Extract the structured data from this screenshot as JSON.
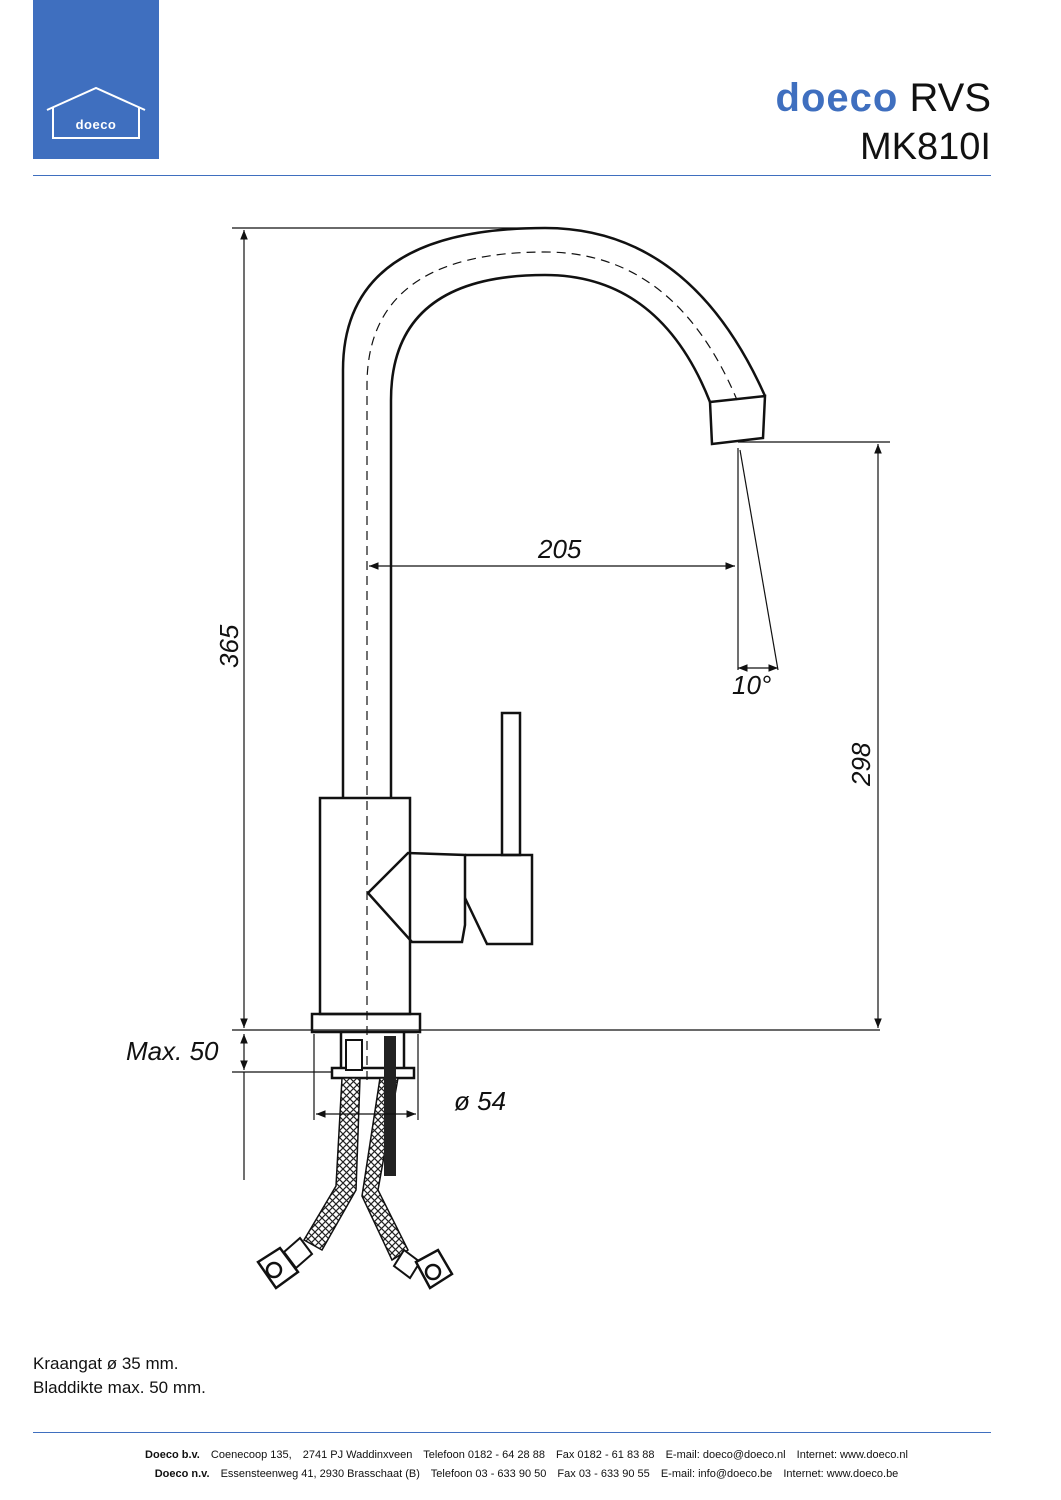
{
  "logo": {
    "text": "doeco",
    "icon": "house-icon",
    "color": "#3f6fbf"
  },
  "header": {
    "brand": "doeco",
    "material": "RVS",
    "model": "MK810I"
  },
  "dimensions": {
    "height_total": "365",
    "reach": "205",
    "spout_height": "298",
    "angle": "10°",
    "max_thickness": "Max. 50",
    "base_diameter": "ø 54"
  },
  "notes": {
    "line1": "Kraangat ø 35 mm.",
    "line2": "Bladdikte max. 50 mm."
  },
  "footer": {
    "nl": {
      "company": "Doeco b.v.",
      "address": "Coenecoop 135,",
      "city": "2741 PJ Waddinxveen",
      "phone": "Telefoon 0182 - 64 28 88",
      "fax": "Fax 0182 - 61 83 88",
      "email": "E-mail: doeco@doeco.nl",
      "web": "Internet: www.doeco.nl"
    },
    "be": {
      "company": "Doeco n.v.",
      "address": "Essensteenweg 41, 2930 Brasschaat (B)",
      "phone": "Telefoon 03 - 633 90 50",
      "fax": "Fax 03 - 633 90 55",
      "email": "E-mail: info@doeco.be",
      "web": "Internet: www.doeco.be"
    }
  },
  "colors": {
    "accent": "#3f6fbf",
    "line": "#111111"
  }
}
